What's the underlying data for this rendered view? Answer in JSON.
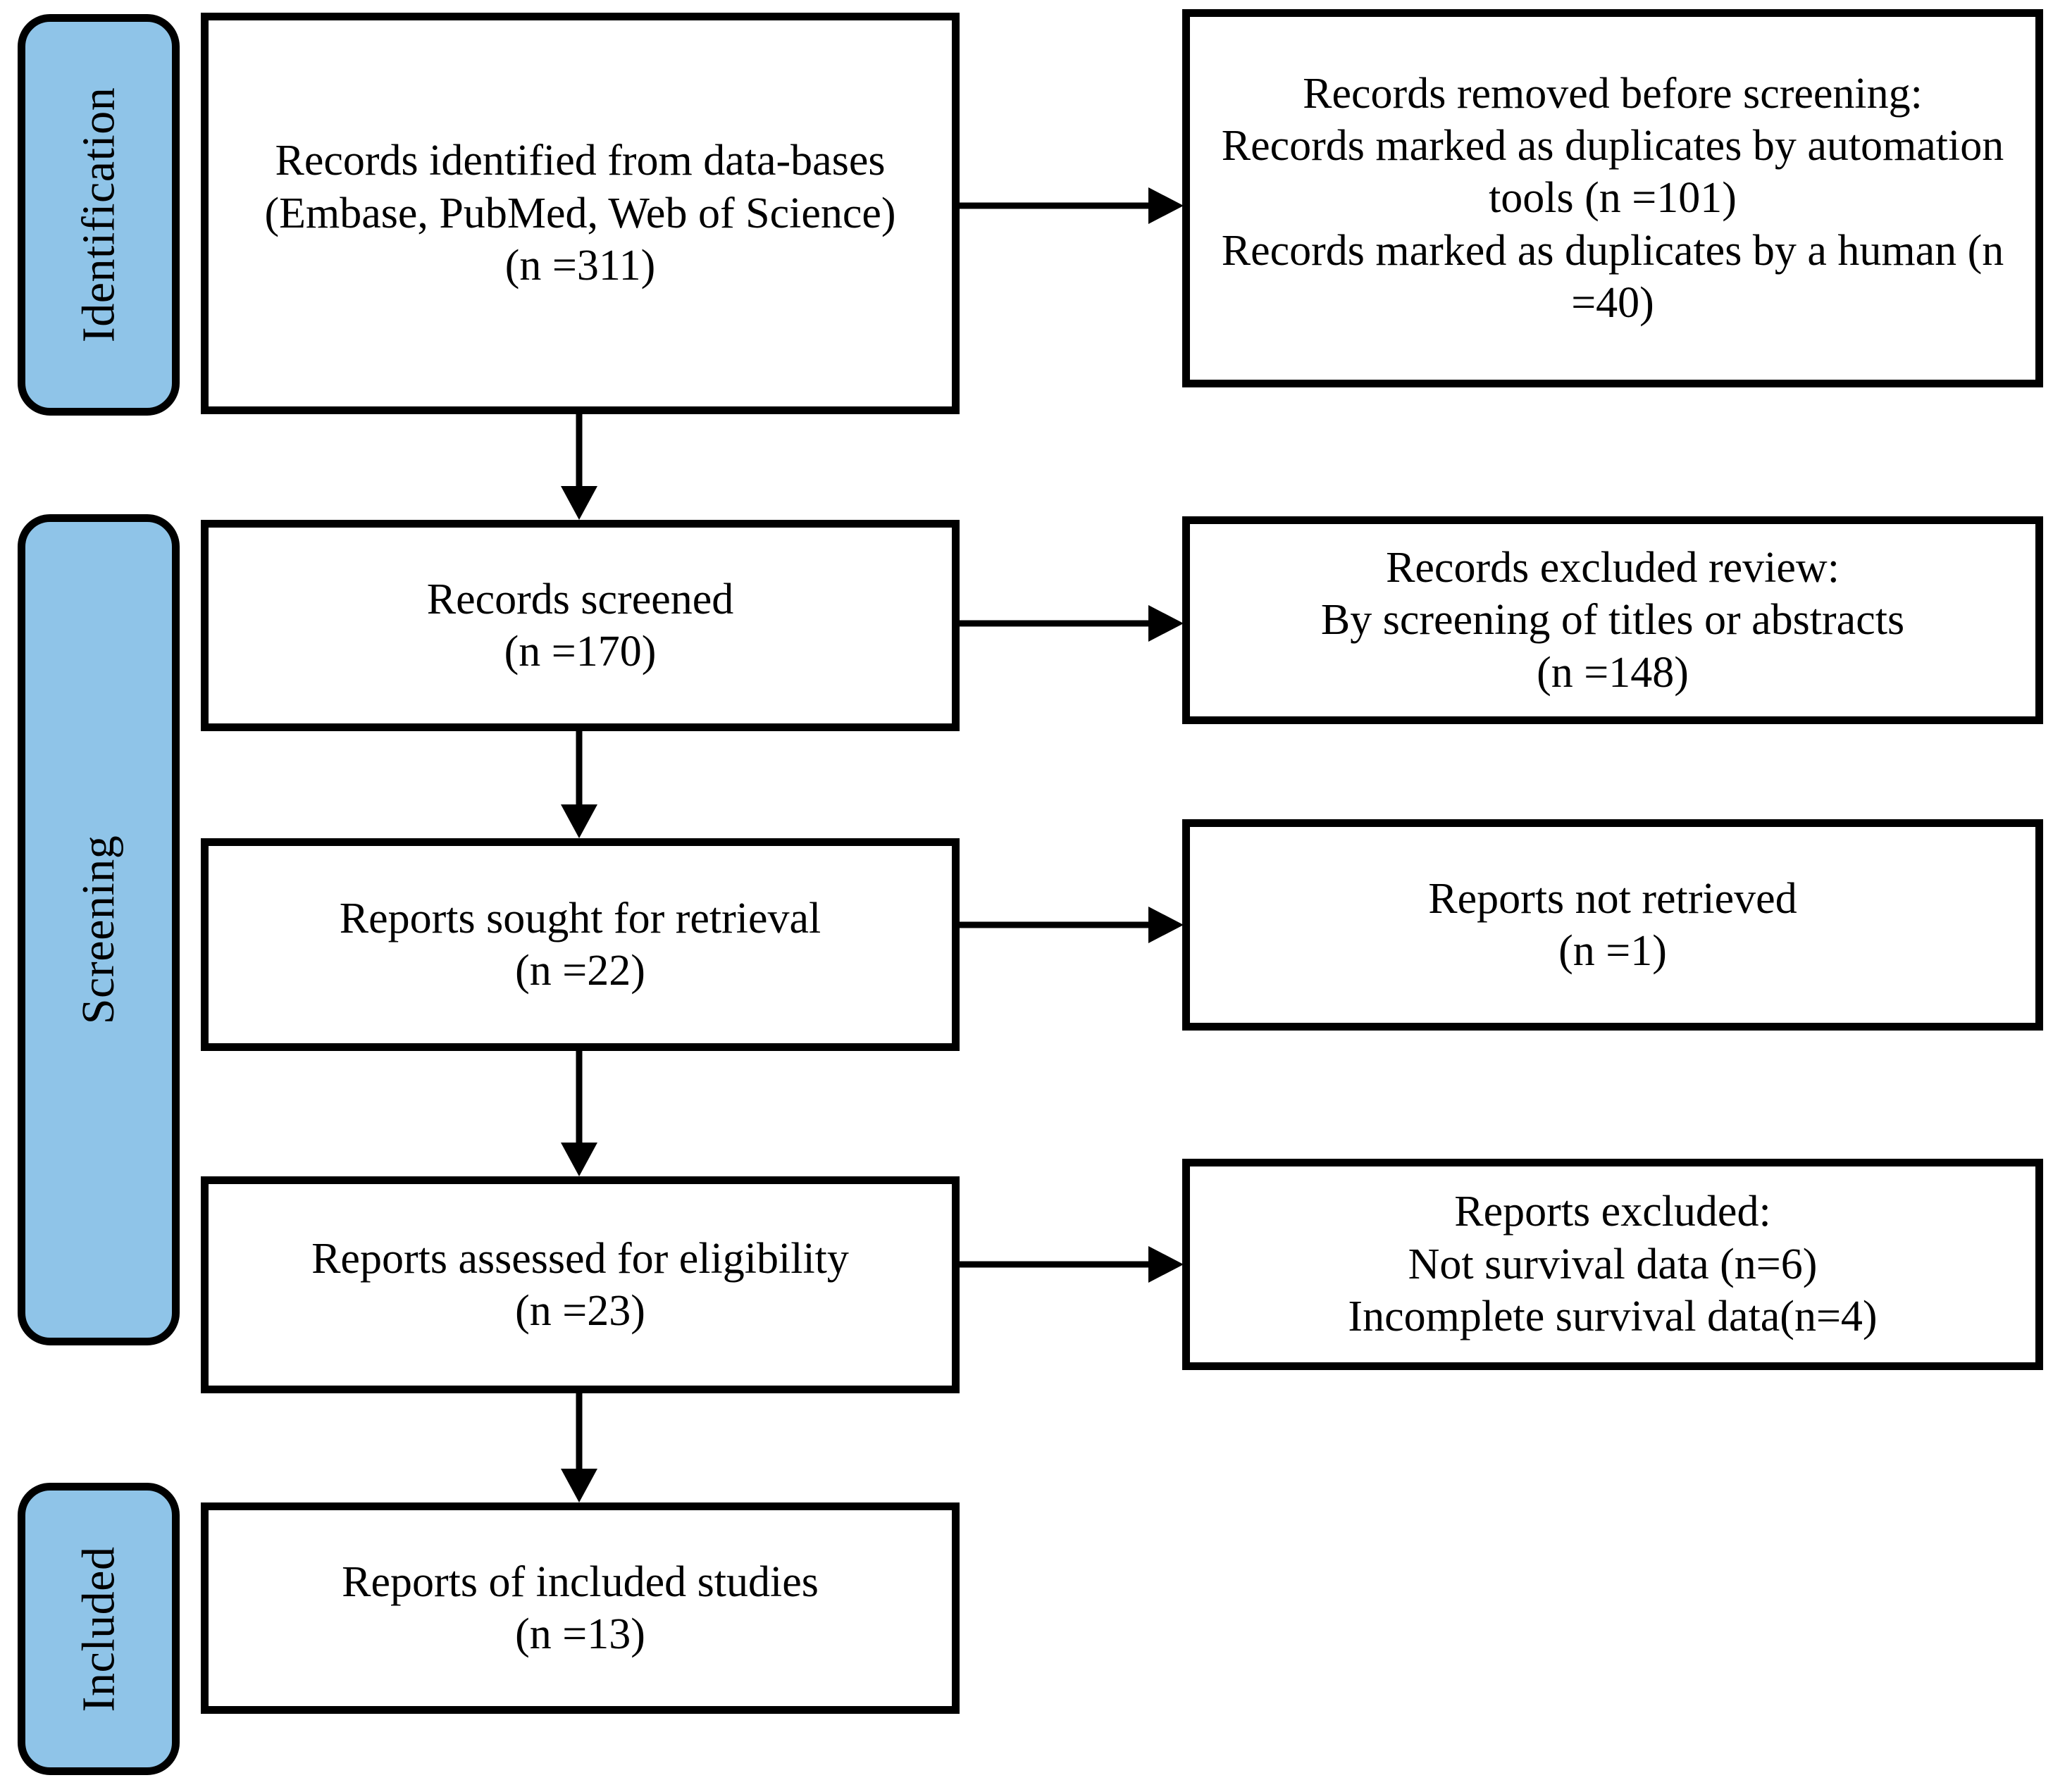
{
  "figure": {
    "type": "prisma-flow-diagram",
    "accent_color": "#8FC4E8",
    "line_color": "#000000",
    "background_color": "#FFFFFF"
  },
  "stages": [
    {
      "id": "identification",
      "label": "Identification"
    },
    {
      "id": "screening",
      "label": "Screening"
    },
    {
      "id": "included",
      "label": "Included"
    }
  ],
  "flow": {
    "main": [
      {
        "id": "records-identified",
        "text": "Records identified from data-bases (Embase, PubMed, Web of Science)\n(n =311)",
        "count": 311
      },
      {
        "id": "records-screened",
        "text": "Records screened\n(n =170)",
        "count": 170
      },
      {
        "id": "reports-sought",
        "text": "Reports sought for retrieval\n(n =22)",
        "count": 22
      },
      {
        "id": "reports-assessed",
        "text": "Reports assessed for eligibility\n(n =23)",
        "count": 23
      },
      {
        "id": "reports-included",
        "text": "Reports of included studies\n(n =13)",
        "count": 13
      }
    ],
    "side": [
      {
        "id": "records-removed",
        "text": "Records removed before screening:\nRecords marked as duplicates by automation tools (n =101)\nRecords marked as duplicates by a human (n =40)",
        "counts": [
          101,
          40
        ]
      },
      {
        "id": "records-excluded",
        "text": "Records excluded review:\nBy screening of titles or abstracts\n(n =148)",
        "counts": [
          148
        ]
      },
      {
        "id": "reports-not-retrieved",
        "text": "Reports not retrieved\n(n =1)",
        "counts": [
          1
        ]
      },
      {
        "id": "reports-excluded",
        "text": "Reports excluded:\nNot survival data (n=6)\nIncomplete survival data(n=4)",
        "counts": [
          6,
          4
        ]
      }
    ]
  }
}
